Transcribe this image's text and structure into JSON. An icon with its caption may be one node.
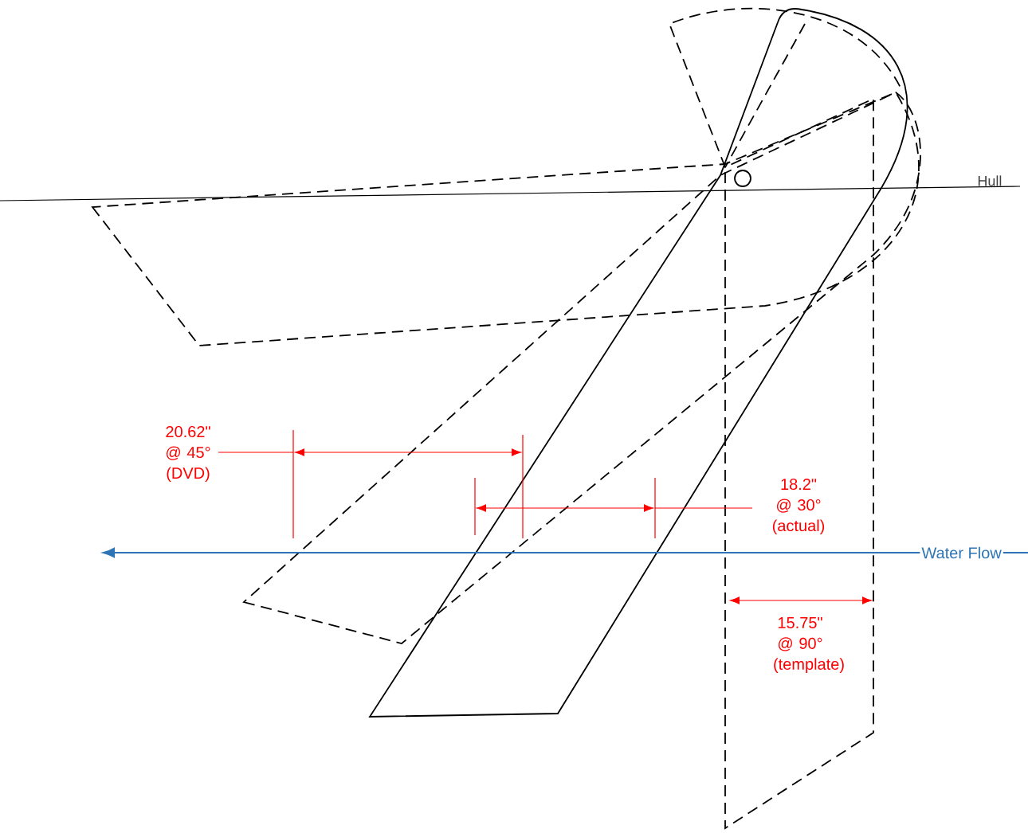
{
  "diagram": {
    "labels": [
      "Hull",
      "20.62\" @ 45° (DVD)",
      "18.2\" @ 30° (actual)",
      "15.75\" @ 90° (template)",
      "Water Flow"
    ]
  }
}
